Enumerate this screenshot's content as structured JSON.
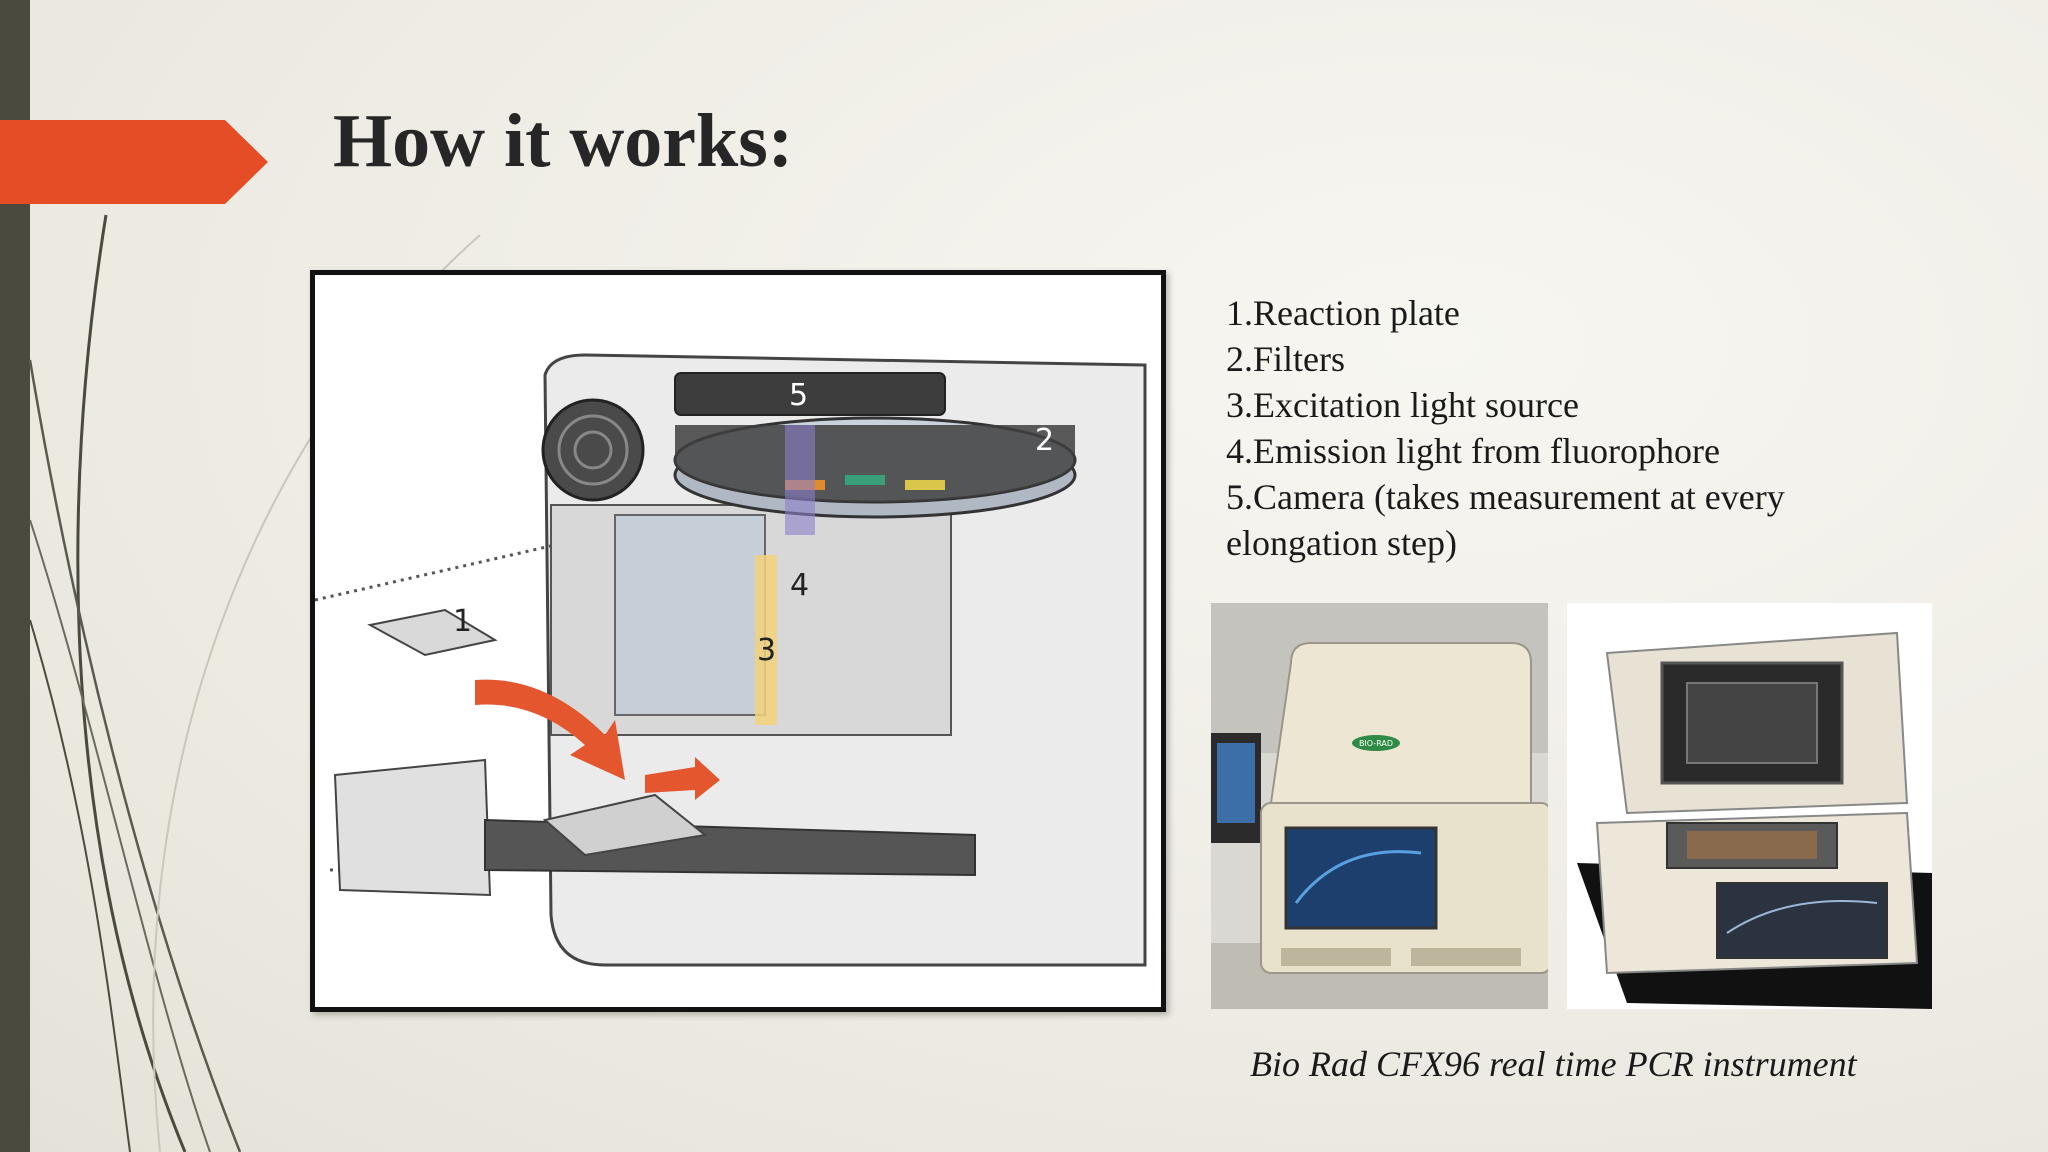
{
  "slide": {
    "title": "How it works:",
    "legend_items": [
      "1.Reaction plate",
      "2.Filters",
      "3.Excitation light source",
      "4.Emission light from fluorophore",
      "5.Camera (takes measurement at every elongation step)"
    ],
    "caption": "Bio Rad CFX96 real time PCR instrument"
  },
  "diagram": {
    "labels": [
      "1",
      "2",
      "3",
      "4",
      "5"
    ]
  },
  "photos": {
    "left_logo": "BIO-RAD"
  },
  "colors": {
    "accent": "#e44d26",
    "side_bar": "#4a4a3f",
    "title": "#262626"
  }
}
